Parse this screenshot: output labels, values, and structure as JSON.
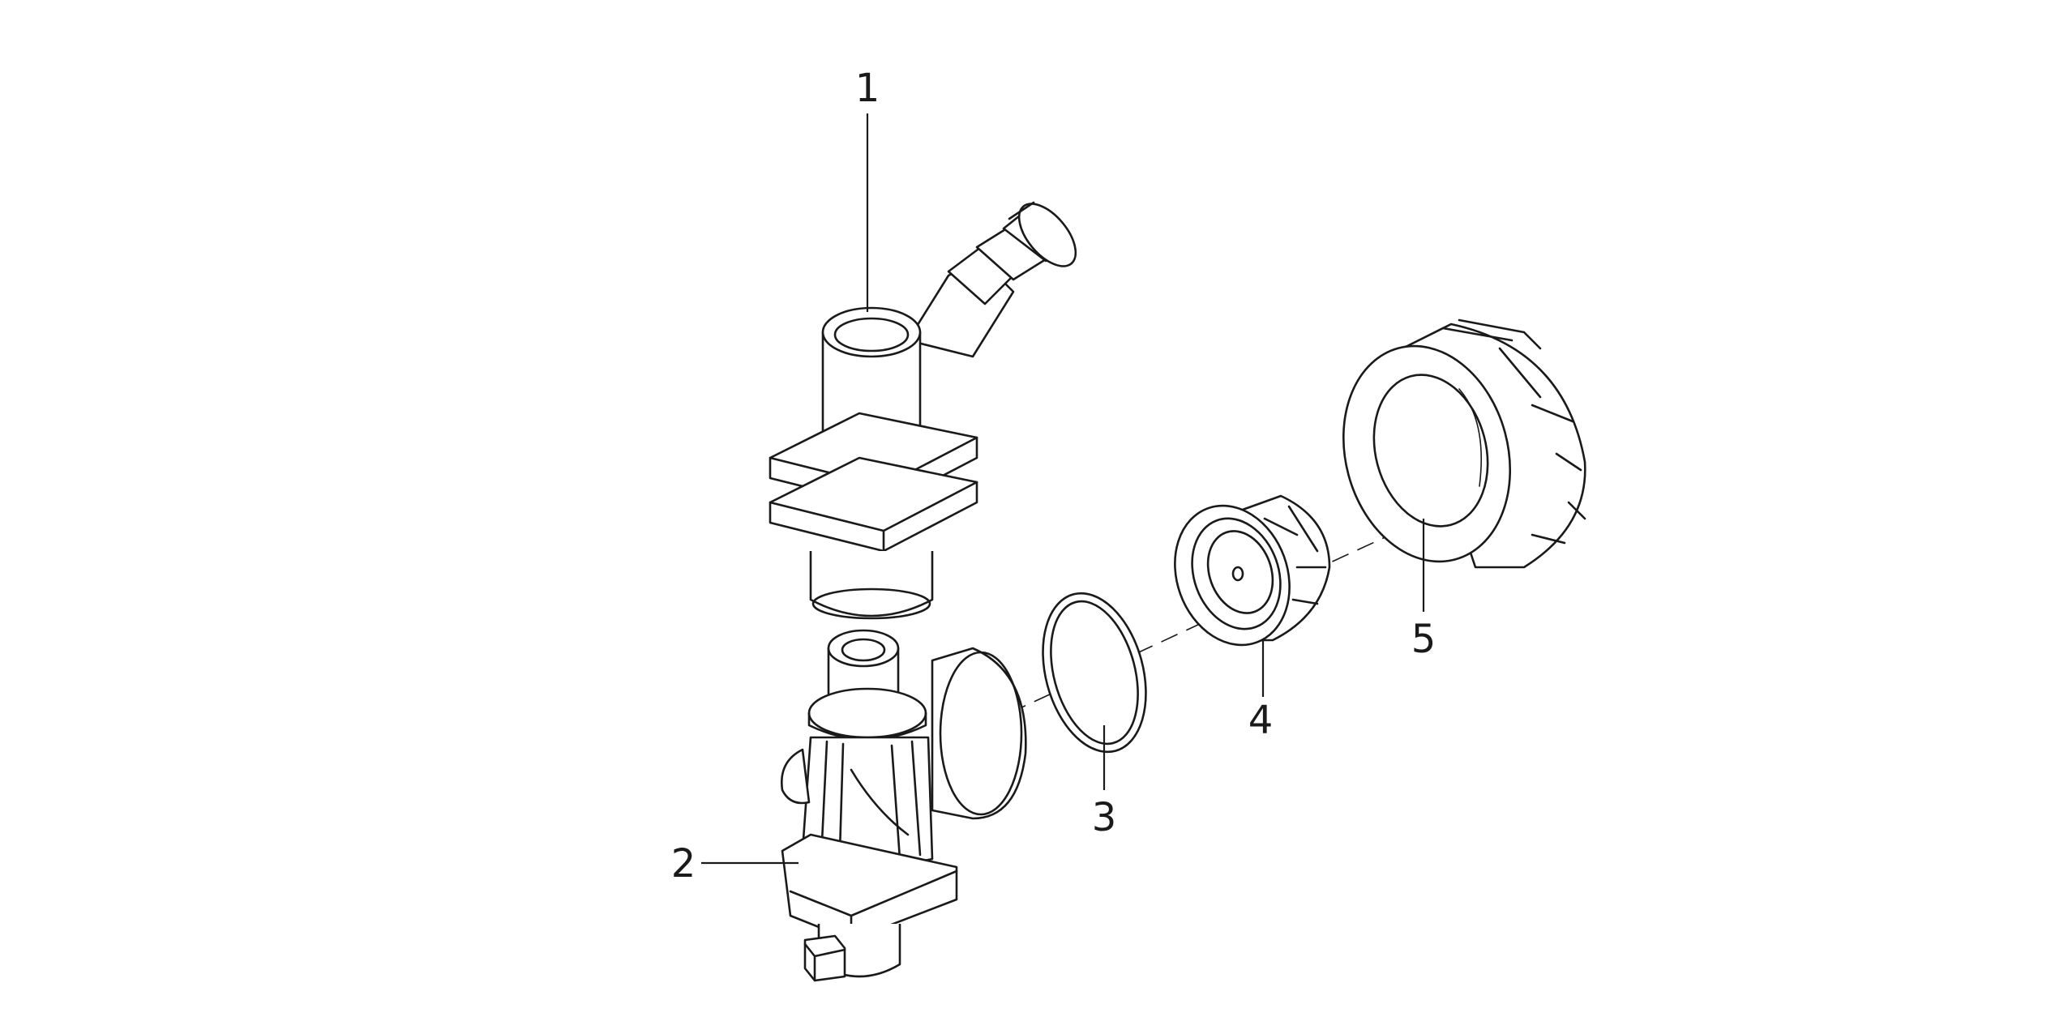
{
  "diagram": {
    "parts": [
      {
        "number": "1",
        "name": "elbow-hose-barb"
      },
      {
        "number": "2",
        "name": "nozzle-body"
      },
      {
        "number": "3",
        "name": "o-ring"
      },
      {
        "number": "4",
        "name": "nozzle-tip"
      },
      {
        "number": "5",
        "name": "cap-nut"
      }
    ],
    "callouts": [
      "1",
      "2",
      "3",
      "4",
      "5"
    ]
  },
  "colors": {
    "line": "#1a1a1a",
    "background": "#ffffff"
  }
}
